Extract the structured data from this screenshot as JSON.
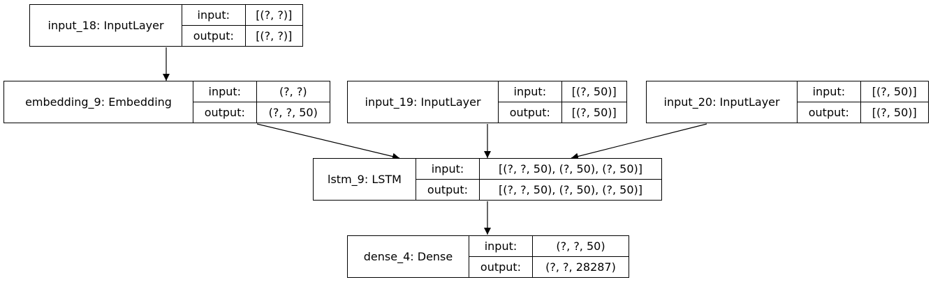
{
  "nodes": {
    "input_18": {
      "title": "input_18: InputLayer",
      "input_label": "input:",
      "input_shape": "[(?, ?)]",
      "output_label": "output:",
      "output_shape": "[(?, ?)]"
    },
    "embedding_9": {
      "title": "embedding_9: Embedding",
      "input_label": "input:",
      "input_shape": "(?, ?)",
      "output_label": "output:",
      "output_shape": "(?, ?, 50)"
    },
    "input_19": {
      "title": "input_19: InputLayer",
      "input_label": "input:",
      "input_shape": "[(?, 50)]",
      "output_label": "output:",
      "output_shape": "[(?, 50)]"
    },
    "input_20": {
      "title": "input_20: InputLayer",
      "input_label": "input:",
      "input_shape": "[(?, 50)]",
      "output_label": "output:",
      "output_shape": "[(?, 50)]"
    },
    "lstm_9": {
      "title": "lstm_9: LSTM",
      "input_label": "input:",
      "input_shape": "[(?, ?, 50), (?, 50), (?, 50)]",
      "output_label": "output:",
      "output_shape": "[(?, ?, 50), (?, 50), (?, 50)]"
    },
    "dense_4": {
      "title": "dense_4: Dense",
      "input_label": "input:",
      "input_shape": "(?, ?, 50)",
      "output_label": "output:",
      "output_shape": "(?, ?, 28287)"
    }
  },
  "edges": [
    {
      "from": "input_18",
      "to": "embedding_9"
    },
    {
      "from": "embedding_9",
      "to": "lstm_9"
    },
    {
      "from": "input_19",
      "to": "lstm_9"
    },
    {
      "from": "input_20",
      "to": "lstm_9"
    },
    {
      "from": "lstm_9",
      "to": "dense_4"
    }
  ]
}
